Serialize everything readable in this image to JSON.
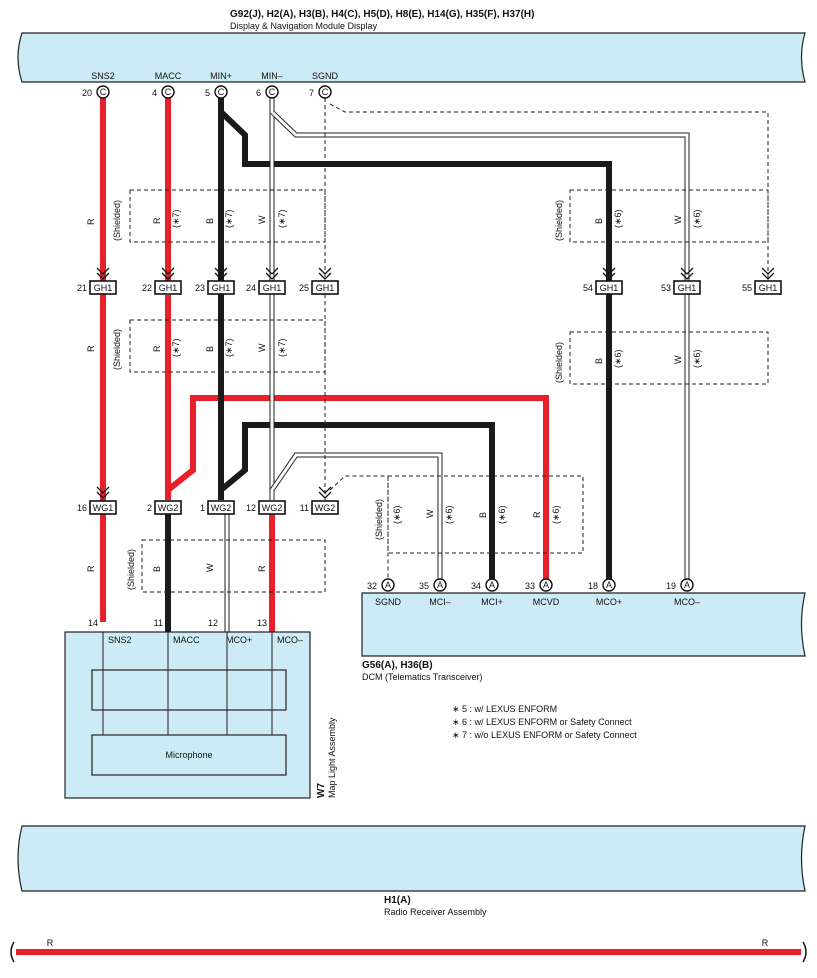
{
  "colors": {
    "red": "#e8202a",
    "black": "#1a1a1a",
    "white_wire": "#ffffff",
    "module": "#cdeaf7"
  },
  "top_module": {
    "ids": "G92(J), H2(A), H3(B), H4(C), H5(D), H8(E), H14(G), H35(F), H37(H)",
    "name": "Display & Navigation Module Display",
    "pins": [
      {
        "num": "20",
        "conn": "C",
        "signal": "SNS2"
      },
      {
        "num": "4",
        "conn": "C",
        "signal": "MACC"
      },
      {
        "num": "5",
        "conn": "C",
        "signal": "MIN+"
      },
      {
        "num": "6",
        "conn": "C",
        "signal": "MIN–"
      },
      {
        "num": "7",
        "conn": "C",
        "signal": "SGND"
      }
    ]
  },
  "junction_gh1": {
    "name": "GH1",
    "pins_left": [
      "21",
      "22",
      "23",
      "24",
      "25"
    ],
    "pins_right": [
      "54",
      "53",
      "55"
    ]
  },
  "junction_wg": {
    "pins": [
      {
        "num": "16",
        "name": "WG1"
      },
      {
        "num": "2",
        "name": "WG2"
      },
      {
        "num": "1",
        "name": "WG2"
      },
      {
        "num": "12",
        "name": "WG2"
      },
      {
        "num": "11",
        "name": "WG2"
      }
    ]
  },
  "wire_colors": {
    "r": "R",
    "b": "B",
    "w": "W"
  },
  "shield": {
    "label": "(Shielded)",
    "n6": "(∗6)",
    "n7": "(∗7)"
  },
  "dcm": {
    "ids": "G56(A), H36(B)",
    "name": "DCM (Telematics Transceiver)",
    "pins": [
      {
        "num": "32",
        "conn": "A",
        "signal": "SGND"
      },
      {
        "num": "35",
        "conn": "A",
        "signal": "MCI–"
      },
      {
        "num": "34",
        "conn": "A",
        "signal": "MCI+"
      },
      {
        "num": "33",
        "conn": "A",
        "signal": "MCVD"
      },
      {
        "num": "18",
        "conn": "A",
        "signal": "MCO+"
      },
      {
        "num": "19",
        "conn": "A",
        "signal": "MCO–"
      }
    ]
  },
  "map_light": {
    "id": "W7",
    "name": "Map Light Assembly",
    "microphone": "Microphone",
    "pins": [
      {
        "num": "14",
        "signal": "SNS2"
      },
      {
        "num": "11",
        "signal": "MACC"
      },
      {
        "num": "12",
        "signal": "MCO+"
      },
      {
        "num": "13",
        "signal": "MCO–"
      }
    ]
  },
  "notes": [
    "∗ 5 : w/ LEXUS ENFORM",
    "∗ 6 : w/ LEXUS ENFORM or Safety Connect",
    "∗ 7 : w/o LEXUS ENFORM or Safety Connect"
  ],
  "radio": {
    "id": "H1(A)",
    "name": "Radio Receiver Assembly"
  }
}
